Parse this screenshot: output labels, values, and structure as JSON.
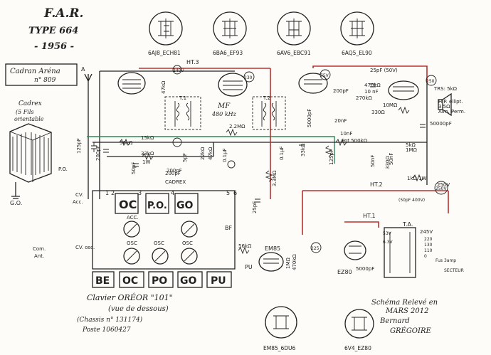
{
  "header": {
    "brand": "F.A.R.",
    "type": "TYPE 664",
    "year": "- 1956 -"
  },
  "tubes": [
    {
      "label": "6AJ8_ECH81"
    },
    {
      "label": "6BA6_EF93"
    },
    {
      "label": "6AV6_EBC91"
    },
    {
      "label": "6AQ5_EL90"
    },
    {
      "label": "EM85_6DU6"
    },
    {
      "label": "6V4_EZ80"
    }
  ],
  "labels": {
    "dial_line1": "Cadran Aréna",
    "dial_line2": "n° 809",
    "antenna": "A",
    "coil_line1": "Cadrex",
    "coil_line2": "(5 Fils",
    "coil_line3": "orientable",
    "go": "G.O.",
    "ht3": "HT.3",
    "ht2": "HT.2",
    "ht1": "HT.1",
    "t1": "T.1",
    "t2": "T.2",
    "mf": "MF",
    "mf_freq": "480 kHz",
    "ta": "T.A.",
    "volt_245": "245V",
    "volt_220": "220",
    "volt_130": "130",
    "volt_110": "110",
    "volt_0": "0",
    "volt_53": "53V",
    "volt_63": "6.3V",
    "fuse": "Fus 3amp",
    "mains": "SECTEUR",
    "filter_cap": "5000pF",
    "ez80": "EZ80",
    "em85": "EM85",
    "bf": "BF",
    "pu": "PU",
    "cadrex": "CADREX",
    "cv_acc_1": "CV.",
    "cv_acc_2": "Acc.",
    "cv_osc": "CV. osc.",
    "com_ant_1": "Com.",
    "com_ant_2": "Ant.",
    "po_tag": "P.O."
  },
  "components": [
    "125pF",
    "200pF",
    "56kΩ",
    "15kΩ",
    "33kΩ",
    "1W",
    "50pF",
    "200pF",
    "47kΩ",
    "5pF",
    "22kΩ",
    "47kΩ",
    "0.1µF",
    "2.2MΩ",
    "0.1µF",
    "33kΩ",
    "125pF",
    "3.3MΩ",
    "25pF",
    "200pF",
    "5000pF",
    "20nF",
    "10nF",
    "Pot 500kΩ",
    "270kΩ",
    "25pF (50V)",
    "470kΩ",
    "10 nF",
    "10MΩ",
    "330Ω",
    "50nF",
    "330Ω",
    "50nF",
    "5kΩ",
    "1MΩ",
    "TRS: 5kΩ",
    "H.P. ellipt.",
    "3.5Ω",
    "Aim. Perm.",
    "50000pF",
    "1kΩ 1W",
    "(50pF 400V)",
    "250V",
    "56kΩ",
    "1MΩ",
    "470kΩ",
    "200pF"
  ],
  "nodes": [
    "240V",
    "230",
    "75V",
    "250",
    "250V",
    "225"
  ],
  "keyboard": {
    "top_keys": [
      "OC",
      "P.O.",
      "GO"
    ],
    "acc": "ACC.",
    "osc": [
      "OSC",
      "OSC",
      "OSC"
    ],
    "terminals": [
      "1",
      "2",
      "3",
      "4",
      "5",
      "6"
    ],
    "bottom_keys": [
      "BE",
      "OC",
      "PO",
      "GO",
      "PU"
    ]
  },
  "footer": {
    "clavier": "Clavier ORÉOR \"101\"",
    "vue": "(vue de dessous)",
    "chassis": "(Chassis n° 131174)",
    "poste": "Poste 1060427",
    "schema_line1": "Schéma Relevé en",
    "schema_line2": "MARS 2012",
    "author_first": "Bernard",
    "author_last": "GRÉGOIRE"
  }
}
